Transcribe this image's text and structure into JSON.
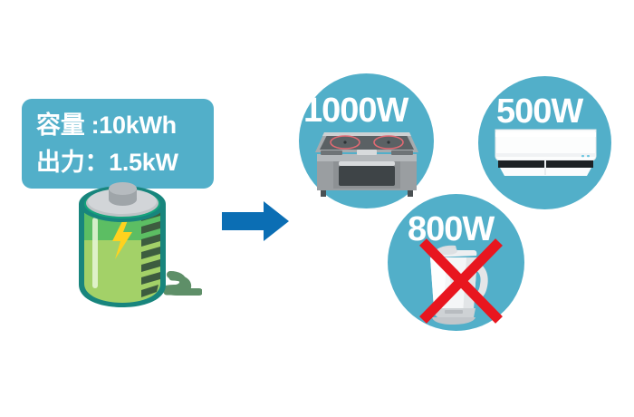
{
  "diagram": {
    "type": "capacity-vs-load-illustration",
    "background_color": "#FFFFFF",
    "accent_teal": "#52AFC9",
    "arrow_blue": "#0B6EB4",
    "cross_red": "#E8161F",
    "battery_green": "#8CC95B",
    "bolt_yellow": "#FFD21E"
  },
  "spec_box": {
    "background_color": "#52AFC9",
    "text_color": "#FFFFFF",
    "lines": [
      "容量 :10kWh",
      "出力：1.5kW"
    ],
    "capacity_label": "容量",
    "capacity_value": "10kWh",
    "output_label": "出力",
    "output_value": "1.5kW"
  },
  "battery": {
    "icon": "battery-cell-icon",
    "has_cord": true,
    "bolt": "lightning-bolt-icon"
  },
  "arrow": {
    "icon": "right-arrow-icon",
    "direction": "right",
    "color": "#0B6EB4"
  },
  "appliances": [
    {
      "id": "stove",
      "watt_label": "1000W",
      "watts": 1000,
      "icon": "ih-cooktop-icon",
      "name_en": "IH cooking heater",
      "disabled": false,
      "circle_color": "#52AFC9"
    },
    {
      "id": "air-conditioner",
      "watt_label": "500W",
      "watts": 500,
      "icon": "air-conditioner-icon",
      "name_en": "Air conditioner",
      "disabled": false,
      "circle_color": "#52AFC9"
    },
    {
      "id": "kettle",
      "watt_label": "800W",
      "watts": 800,
      "icon": "electric-kettle-icon",
      "name_en": "Electric kettle",
      "disabled": true,
      "disabled_marker": "red-cross-icon",
      "circle_color": "#52AFC9"
    }
  ]
}
